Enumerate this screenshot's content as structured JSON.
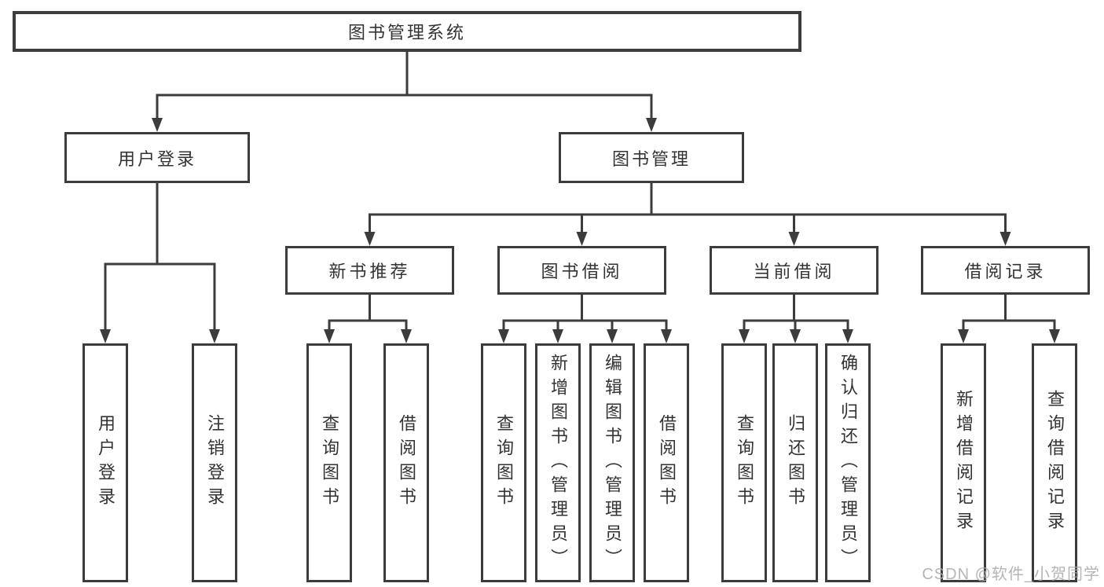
{
  "nodes": {
    "root": {
      "label": "图书管理系统"
    },
    "level1": [
      {
        "id": "user-login",
        "label": "用户登录"
      },
      {
        "id": "book-management",
        "label": "图书管理"
      }
    ],
    "level2": [
      {
        "id": "new-book-recommend",
        "label": "新书推荐"
      },
      {
        "id": "book-borrow",
        "label": "图书借阅"
      },
      {
        "id": "current-borrow",
        "label": "当前借阅"
      },
      {
        "id": "borrow-records",
        "label": "借阅记录"
      }
    ],
    "leaves": [
      {
        "id": "user-login-leaf",
        "label": "用户登录"
      },
      {
        "id": "logout",
        "label": "注销登录"
      },
      {
        "id": "query-books-recommend",
        "label": "查询图书"
      },
      {
        "id": "borrow-books-recommend",
        "label": "借阅图书"
      },
      {
        "id": "query-books-borrow",
        "label": "查询图书"
      },
      {
        "id": "add-books-admin",
        "label": "新增图书（管理员）"
      },
      {
        "id": "edit-books-admin",
        "label": "编辑图书（管理员）"
      },
      {
        "id": "borrow-books",
        "label": "借阅图书"
      },
      {
        "id": "query-books-current",
        "label": "查询图书"
      },
      {
        "id": "return-books",
        "label": "归还图书"
      },
      {
        "id": "confirm-return-admin",
        "label": "确认归还（管理员）"
      },
      {
        "id": "add-borrow-record",
        "label": "新增借阅记录"
      },
      {
        "id": "query-borrow-record",
        "label": "查询借阅记录"
      }
    ]
  },
  "watermark": "CSDN @软件_小贺同学",
  "colors": {
    "line": "#3c3c3c",
    "text": "#333333",
    "watermark": "#ababab",
    "background": "#ffffff"
  }
}
